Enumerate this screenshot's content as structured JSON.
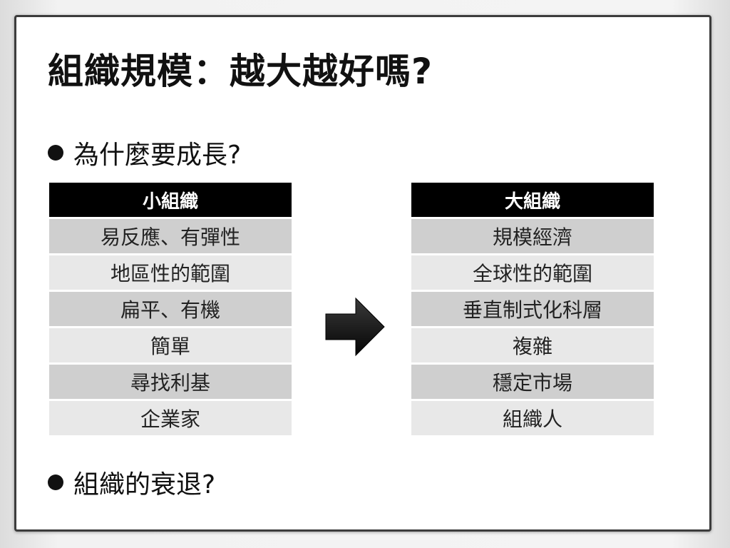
{
  "slide": {
    "title": "組織規模：越大越好嗎?",
    "bullets": [
      "為什麼要成長?",
      "組織的衰退?"
    ],
    "small_org": {
      "header": "小組織",
      "rows": [
        "易反應、有彈性",
        "地區性的範圍",
        "扁平、有機",
        "簡單",
        "尋找利基",
        "企業家"
      ]
    },
    "large_org": {
      "header": "大組織",
      "rows": [
        "規模經濟",
        "全球性的範圍",
        "垂直制式化科層",
        "複雜",
        "穩定市場",
        "組織人"
      ]
    },
    "colors": {
      "header_bg": "#000000",
      "header_text": "#ffffff",
      "row_dark": "#cfcfcf",
      "row_light": "#e8e8e8",
      "arrow": "#111111"
    },
    "icons": [
      "bullet-dot-icon",
      "right-arrow-icon"
    ]
  }
}
